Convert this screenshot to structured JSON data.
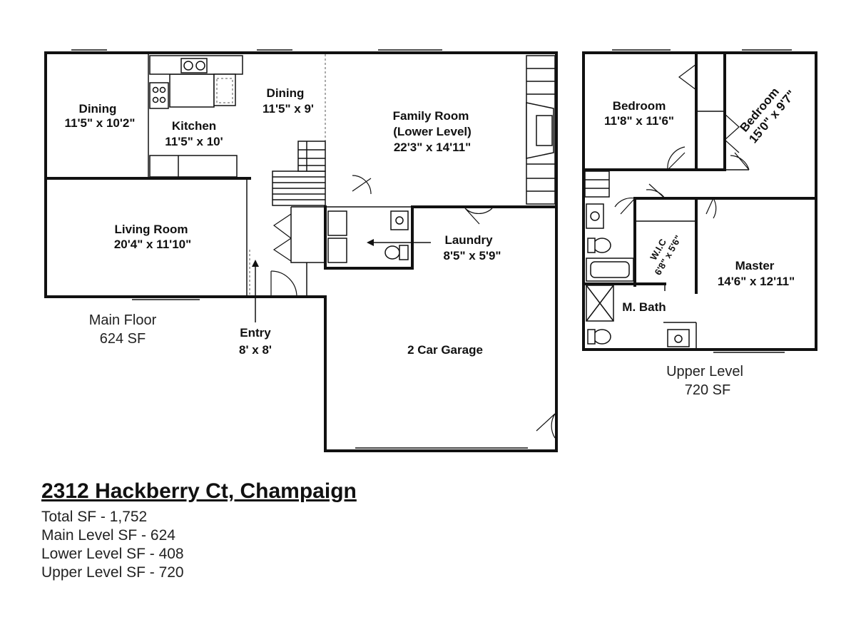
{
  "main_floor": {
    "caption_line1": "Main Floor",
    "caption_line2": "624 SF",
    "rooms": {
      "dining_left": {
        "name": "Dining",
        "size": "11'5\" x 10'2\""
      },
      "kitchen": {
        "name": "Kitchen",
        "size": "11'5\" x 10'"
      },
      "dining_center": {
        "name": "Dining",
        "size": "11'5\" x 9'"
      },
      "family_room": {
        "name": "Family Room",
        "subname": "(Lower Level)",
        "size": "22'3\" x 14'11\""
      },
      "living_room": {
        "name": "Living Room",
        "size": "20'4\" x 11'10\""
      },
      "laundry": {
        "name": "Laundry",
        "size": "8'5\" x 5'9\""
      },
      "entry": {
        "name": "Entry",
        "size": "8' x 8'"
      },
      "garage": {
        "name": "2 Car Garage"
      }
    }
  },
  "upper_level": {
    "caption_line1": "Upper Level",
    "caption_line2": "720 SF",
    "rooms": {
      "bedroom_1": {
        "name": "Bedroom",
        "size": "11'8\" x 11'6\""
      },
      "bedroom_2": {
        "name": "Bedroom",
        "size": "15'0\" x 9'7\""
      },
      "wic": {
        "name": "W.I.C",
        "size": "6'8\" x 5'6\""
      },
      "master": {
        "name": "Master",
        "size": "14'6\" x 12'11\""
      },
      "master_bath": {
        "name": "M. Bath"
      }
    }
  },
  "summary": {
    "address": "2312 Hackberry Ct, Champaign",
    "lines": [
      "Total SF - 1,752",
      "Main Level SF - 624",
      "Lower Level SF - 408",
      "Upper Level SF - 720"
    ]
  }
}
